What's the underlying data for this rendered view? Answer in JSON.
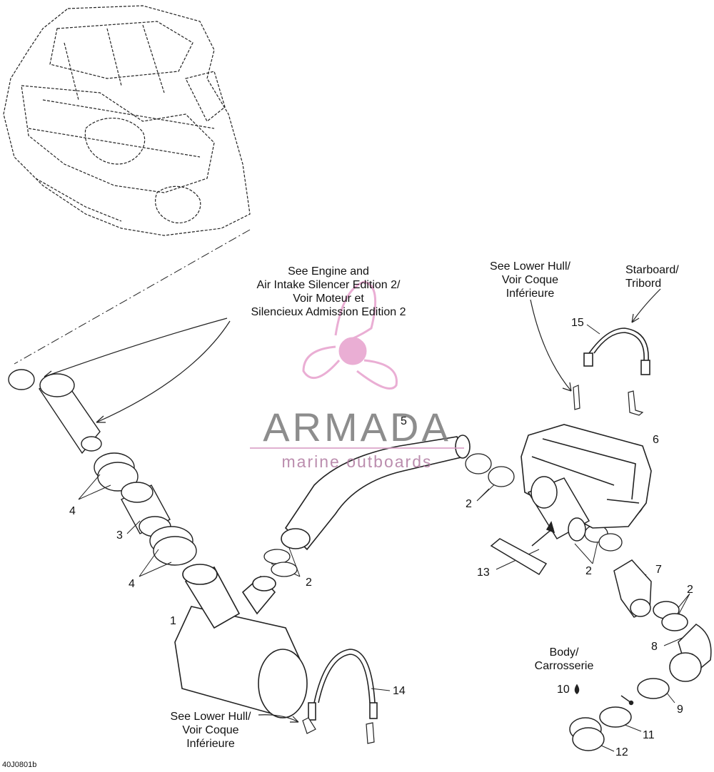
{
  "watermark": {
    "brand": "ARMADA",
    "tagline": "marine outboards",
    "color_pink": "#e8a6d0",
    "color_grey": "#7a7a7a"
  },
  "callouts": {
    "engine_ref": [
      "See Engine and",
      "Air Intake Silencer Edition 2/",
      "Voir Moteur et",
      "Silencieux Admission Edition 2"
    ],
    "lower_hull_top": [
      "See Lower Hull/",
      "Voir Coque",
      "Inférieure"
    ],
    "starboard": [
      "Starboard/",
      "Tribord"
    ],
    "body": [
      "Body/",
      "Carrosserie"
    ],
    "lower_hull_bottom": [
      "See Lower Hull/",
      "Voir Coque",
      "Inférieure"
    ]
  },
  "part_numbers": {
    "p1": "1",
    "p2a": "2",
    "p2b": "2",
    "p2c": "2",
    "p2d": "2",
    "p3": "3",
    "p4a": "4",
    "p4b": "4",
    "p5": "5",
    "p6": "6",
    "p7": "7",
    "p8": "8",
    "p9": "9",
    "p10": "10",
    "p11": "11",
    "p12": "12",
    "p13": "13",
    "p14": "14",
    "p15": "15"
  },
  "drawing_code": "40J0801b"
}
